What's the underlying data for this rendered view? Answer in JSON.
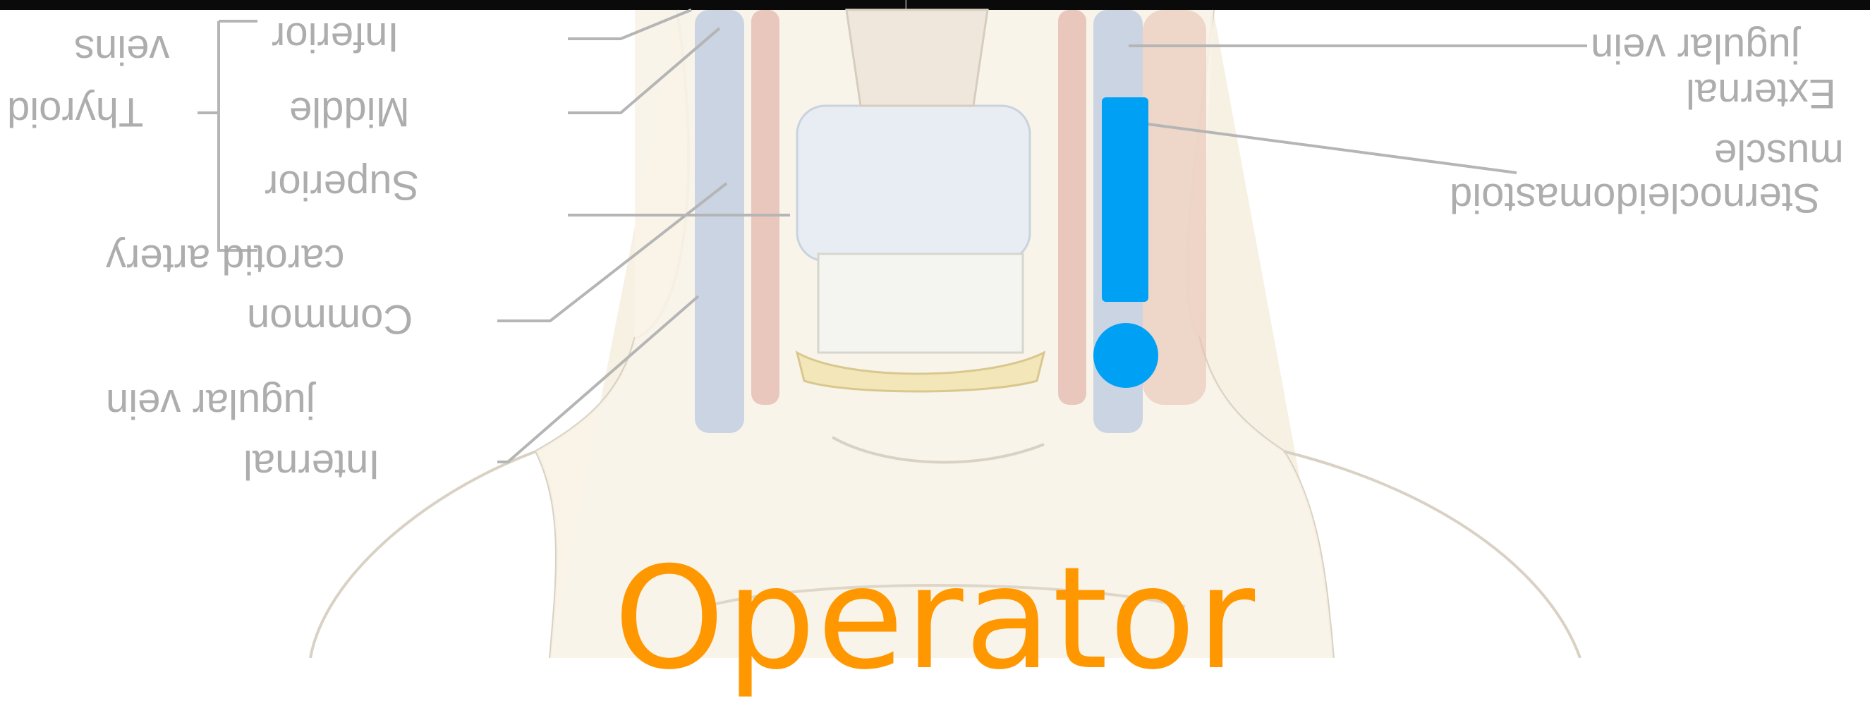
{
  "labels": {
    "jugular_vein": "jugular vein",
    "external": "External",
    "muscle": "muscle",
    "sternocleidomastoid": "Sternocleidomastoid",
    "veins": "veins",
    "thyroid": "Thyroid",
    "inferior": "Inferior",
    "middle": "Middle",
    "superior": "Superior",
    "carotid_artery": "carotid artery",
    "common": "Common",
    "jugular_vein_internal": "jugular vein",
    "internal": "Internal"
  },
  "alert_glyph": "!",
  "title": "Operator",
  "colors": {
    "title": "#ff9800",
    "alert": "#00a0f5",
    "label": "#a9a9a9",
    "skin": "#f7f1e3",
    "vein": "#7f9fc8",
    "artery": "#d98a7e"
  }
}
